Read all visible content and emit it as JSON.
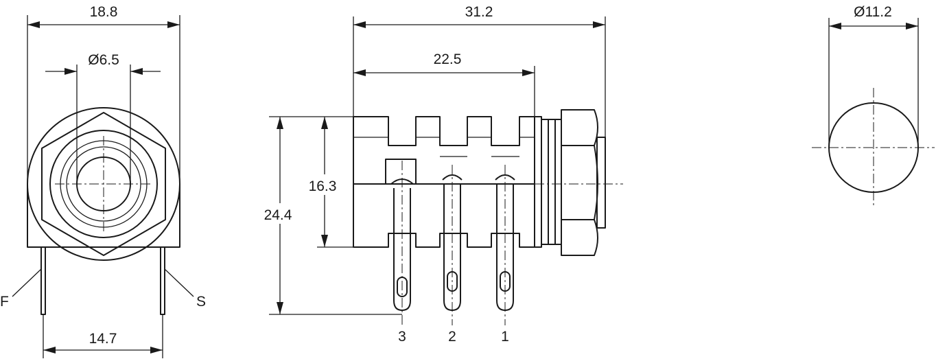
{
  "front_view": {
    "width_top": "18.8",
    "bore_diameter": "Ø6.5",
    "pin_spacing": "14.7",
    "pin_left": "F",
    "pin_right": "S"
  },
  "side_view": {
    "overall_length": "31.2",
    "body_length": "22.5",
    "body_height": "16.3",
    "overall_height": "24.4",
    "pins": [
      "3",
      "2",
      "1"
    ]
  },
  "end_view": {
    "diameter": "Ø11.2"
  }
}
